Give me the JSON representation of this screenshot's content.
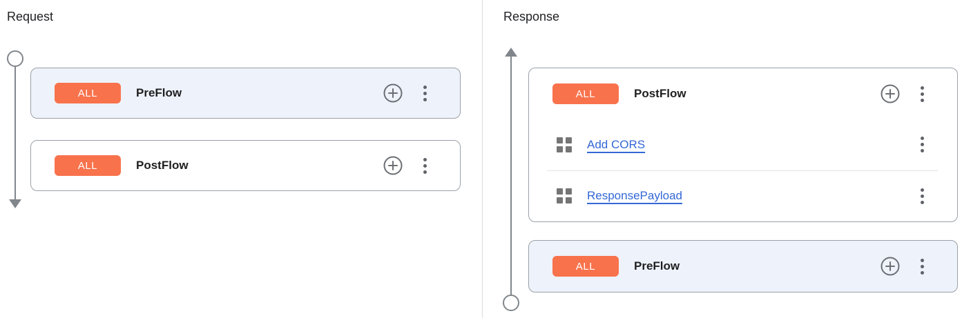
{
  "request_panel": {
    "title": "Request",
    "timeline_direction": "down",
    "flows": [
      {
        "badge": "ALL",
        "name": "PreFlow",
        "selected": true,
        "policies": []
      },
      {
        "badge": "ALL",
        "name": "PostFlow",
        "selected": false,
        "policies": []
      }
    ]
  },
  "response_panel": {
    "title": "Response",
    "timeline_direction": "up",
    "flows": [
      {
        "badge": "ALL",
        "name": "PostFlow",
        "selected": false,
        "policies": [
          {
            "name": "Add CORS"
          },
          {
            "name": "ResponsePayload"
          }
        ]
      },
      {
        "badge": "ALL",
        "name": "PreFlow",
        "selected": true,
        "policies": []
      }
    ]
  },
  "icons": {
    "add_policy": "plus-circle",
    "more_options": "kebab-menu",
    "policy_handle": "grid-squares",
    "timeline_start": "circle",
    "timeline_end": "arrow"
  },
  "colors": {
    "badge_orange": "#f8724c",
    "selected_flow_bg": "#eef2fb",
    "card_border": "#9aa0a6",
    "link_blue": "#3367d6",
    "icon_gray": "#5f6368",
    "timeline_gray": "#80868b",
    "panel_divider": "#dadce0"
  }
}
